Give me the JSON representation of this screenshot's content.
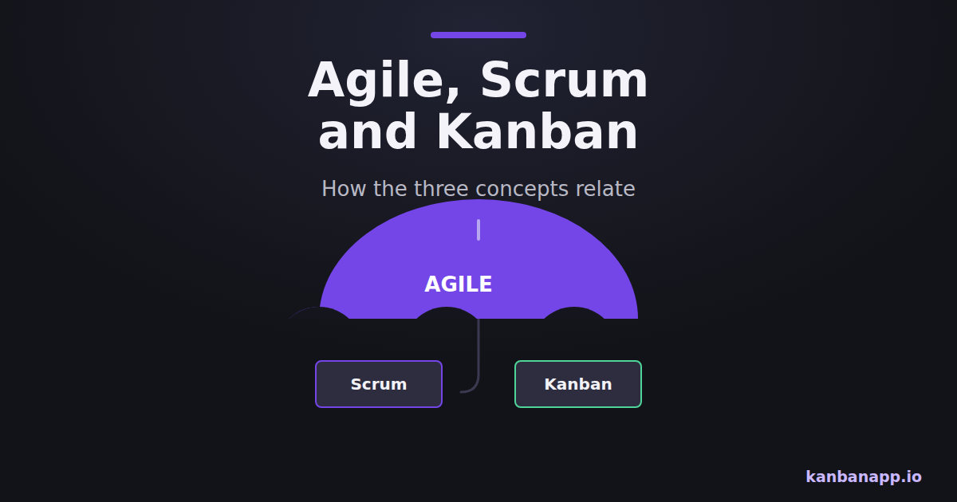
{
  "diagram": {
    "title": "Agile, Scrum and Kanban",
    "caption": "How the three concepts relate",
    "nodes": [
      {
        "text": [
          "AGILE"
        ]
      },
      {
        "text": [
          "Scrum"
        ]
      },
      {
        "text": [
          "Kanban"
        ]
      }
    ],
    "labels": [
      "kanbanapp.io"
    ]
  }
}
